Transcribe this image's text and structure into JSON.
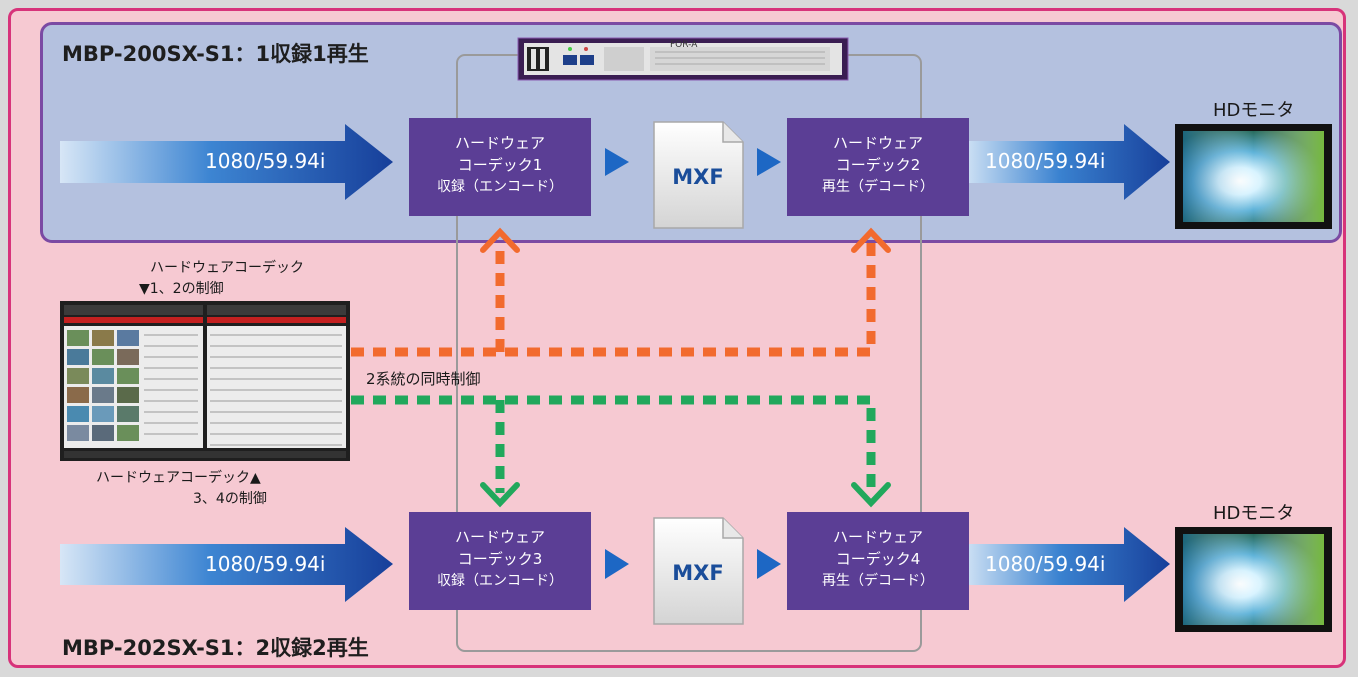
{
  "titles": {
    "top": "MBP-200SX-S1：1収録1再生",
    "bottom": "MBP-202SX-S1：2収録2再生"
  },
  "signal": "1080/59.94i",
  "monitor_label": "HDモニタ",
  "mxf_label": "MXF",
  "codecs": [
    {
      "line1": "ハードウェア",
      "line2": "コーデック1",
      "line3": "収録（エンコード）"
    },
    {
      "line1": "ハードウェア",
      "line2": "コーデック2",
      "line3": "再生（デコード）"
    },
    {
      "line1": "ハードウェア",
      "line2": "コーデック3",
      "line3": "収録（エンコード）"
    },
    {
      "line1": "ハードウェア",
      "line2": "コーデック4",
      "line3": "再生（デコード）"
    }
  ],
  "control": {
    "top_line1": "ハードウェアコーデック",
    "top_line2": "▼1、2の制御",
    "bottom_line1": "ハードウェアコーデック▲",
    "bottom_line2": "3、4の制御",
    "sync": "2系統の同時制御"
  },
  "device": {
    "brand": "FOR-A"
  },
  "colors": {
    "outer_bg": "#f6c9d2",
    "outer_border": "#d7337a",
    "inner_bg": "#b4c1df",
    "inner_border": "#7b4aa3",
    "codec": "#5b3e95",
    "arrow_blue": "#1d56b0",
    "orange_dash": "#f26a2e",
    "green_dash": "#21a85c"
  }
}
